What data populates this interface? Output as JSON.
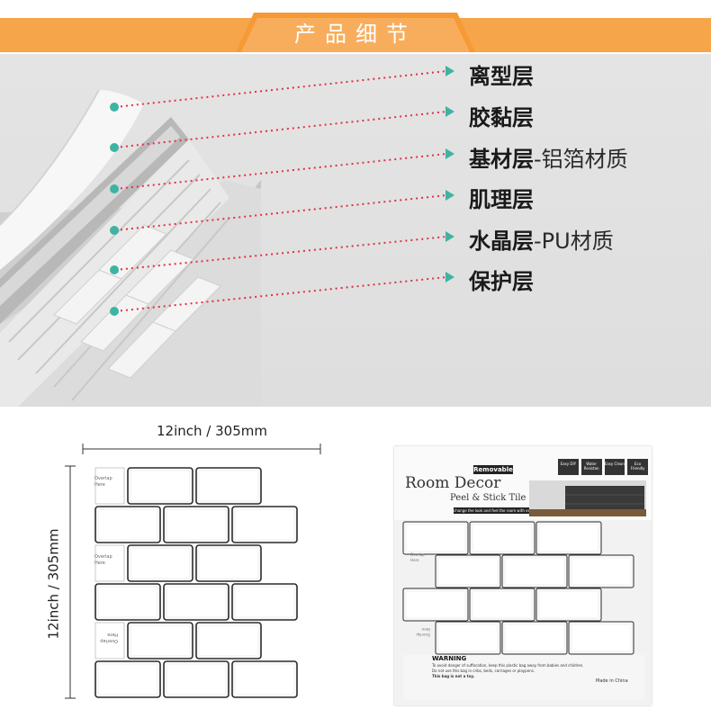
{
  "header": {
    "title": "产品细节"
  },
  "layers": [
    {
      "name": "离型层",
      "material": ""
    },
    {
      "name": "胶黏层",
      "material": ""
    },
    {
      "name": "基材层",
      "material": "-铝箔材质"
    },
    {
      "name": "肌理层",
      "material": ""
    },
    {
      "name": "水晶层",
      "material": "-PU材质"
    },
    {
      "name": "保护层",
      "material": ""
    }
  ],
  "colors": {
    "accent": "#f7a54a",
    "dot": "#3fb3a3",
    "leader": "#e0304a"
  },
  "tile_diagram": {
    "width_label": "12inch / 305mm",
    "height_label": "12inch / 305mm",
    "overlap_label": "Overlap Here"
  },
  "package": {
    "badge": "Removable",
    "title": "Room Decor",
    "subtitle": "Peel & Stick Tile",
    "tagline": "change the look and feel the room with easy",
    "features": [
      "Easy DIY",
      "Water Resistan",
      "Easy Clean",
      "Eco Friendly"
    ],
    "warning_title": "WARNING",
    "warning_lines": [
      "To avoid danger of suffocation, keep this plastic bag away from babies and children.",
      "Do not use this bag in cribs, beds, carriages or playpens.",
      "This bag is not a toy."
    ],
    "origin": "Made in China"
  }
}
